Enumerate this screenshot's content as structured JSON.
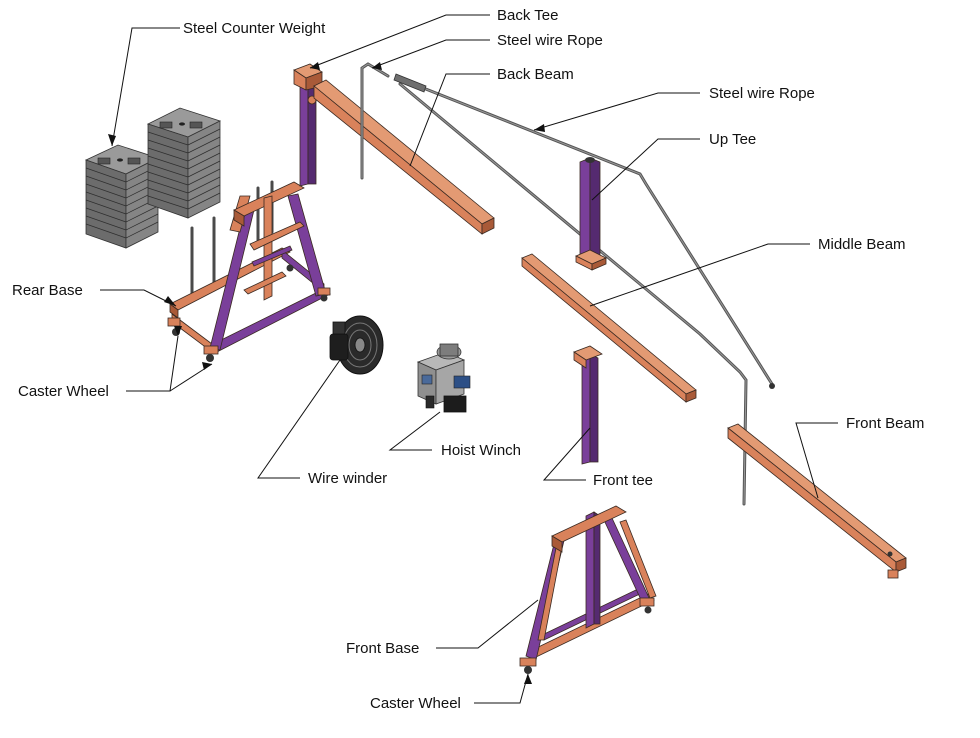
{
  "colors": {
    "wood": "#d9825b",
    "wood_dark": "#a95a38",
    "purple": "#7a3f9a",
    "purple_dark": "#552a70",
    "steel": "#6f6f6f",
    "steel_light": "#a8a8a8",
    "rope": "#555555",
    "line": "#111111"
  },
  "labels": {
    "steel_counter_weight": "Steel Counter Weight",
    "back_tee": "Back Tee",
    "steel_wire_rope_1": "Steel wire Rope",
    "back_beam": "Back Beam",
    "steel_wire_rope_2": "Steel wire Rope",
    "up_tee": "Up Tee",
    "middle_beam": "Middle Beam",
    "rear_base": "Rear Base",
    "caster_wheel_1": "Caster Wheel",
    "hoist_winch": "Hoist Winch",
    "wire_winder": "Wire winder",
    "front_tee": "Front tee",
    "front_beam": "Front Beam",
    "front_base": "Front Base",
    "caster_wheel_2": "Caster Wheel"
  }
}
